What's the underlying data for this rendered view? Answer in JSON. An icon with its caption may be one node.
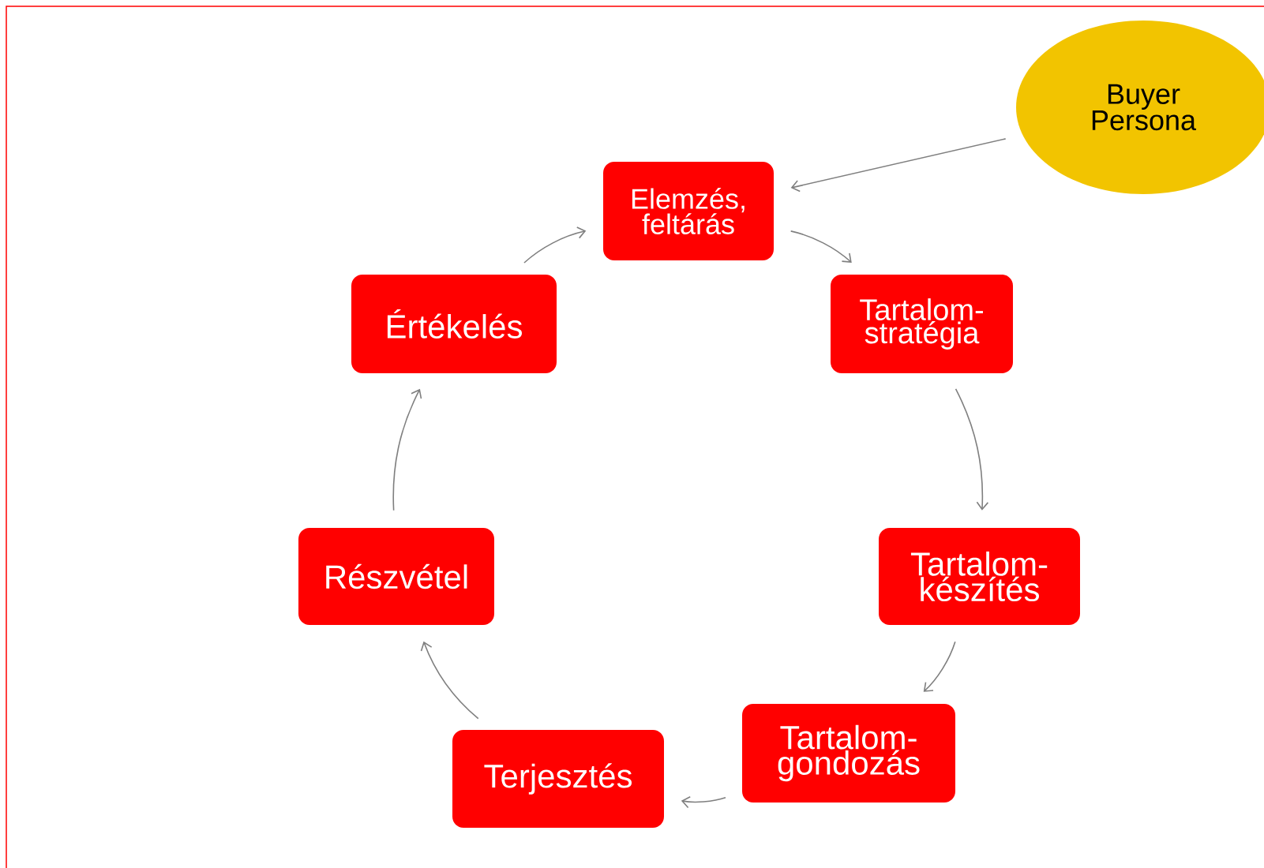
{
  "diagram": {
    "nodes": [
      {
        "text": [
          "Elemzés, feltárás"
        ]
      },
      {
        "text": [
          "Tartalom-stratégia"
        ]
      },
      {
        "text": [
          "Tartalom-készítés"
        ]
      },
      {
        "text": [
          "Tartalom-gondozás"
        ]
      },
      {
        "text": [
          "Terjesztés"
        ]
      },
      {
        "text": [
          "Részvétel"
        ]
      },
      {
        "text": [
          "Értékelés"
        ]
      },
      {
        "text": [
          "Buyer Persona"
        ]
      }
    ],
    "edges": [
      {
        "from": 7,
        "to": 0,
        "arrow": "to"
      },
      {
        "from": 0,
        "to": 1,
        "arrow": "to"
      },
      {
        "from": 1,
        "to": 2,
        "arrow": "to"
      },
      {
        "from": 2,
        "to": 3,
        "arrow": "to"
      },
      {
        "from": 3,
        "to": 4,
        "arrow": "to"
      },
      {
        "from": 4,
        "to": 5,
        "arrow": "to"
      },
      {
        "from": 5,
        "to": 6,
        "arrow": "to"
      },
      {
        "from": 6,
        "to": 0,
        "arrow": "to"
      }
    ]
  }
}
